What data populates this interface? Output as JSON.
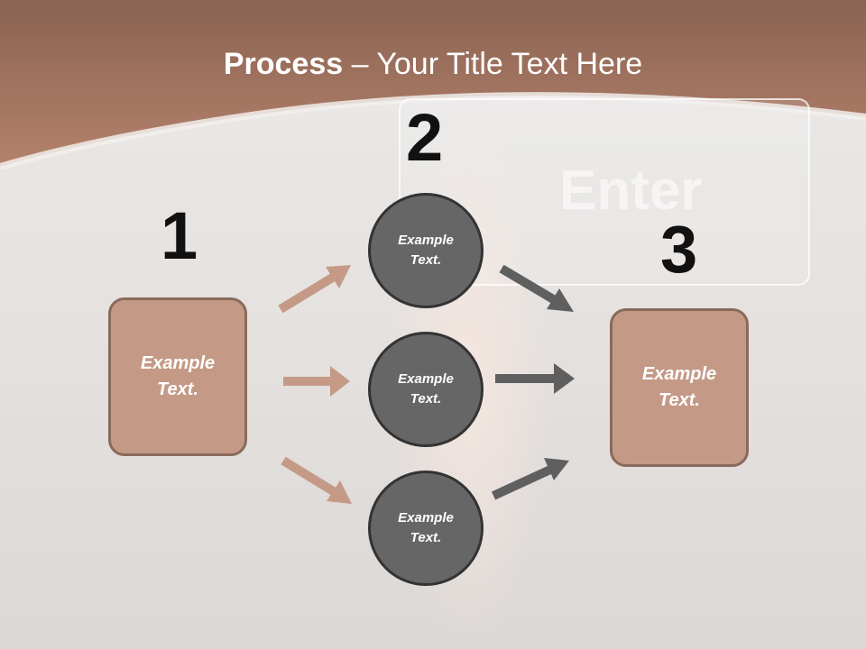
{
  "slide": {
    "title_bold": "Process",
    "title_rest": " – Your Title Text Here",
    "background_label": "Enter",
    "colors": {
      "header_brown": "#a8735e",
      "box_fill": "#c49a86",
      "box_border": "#8a6a5c",
      "circle_fill": "#666666",
      "arrow_brown": "#c49a86",
      "arrow_gray": "#5f5f5f"
    }
  },
  "steps": {
    "num1": "1",
    "num2": "2",
    "num3": "3"
  },
  "nodes": {
    "left_box": "Example\nText.",
    "right_box": "Example\nText.",
    "circle_top": "Example\nText.",
    "circle_mid": "Example\nText.",
    "circle_bottom": "Example\nText."
  }
}
